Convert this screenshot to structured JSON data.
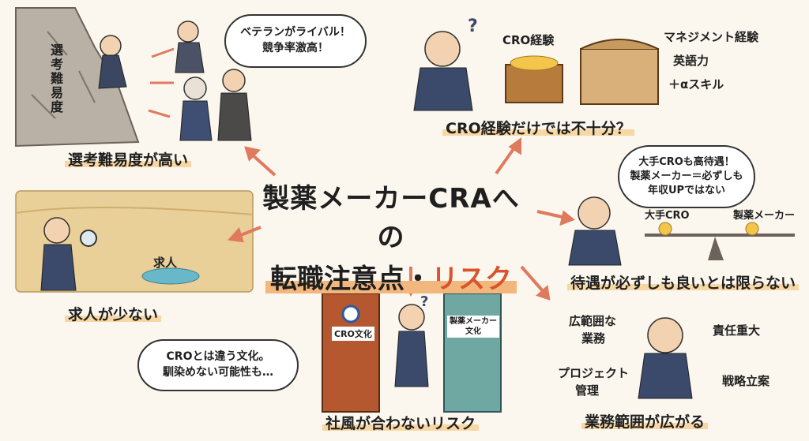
{
  "title": {
    "line1": "製薬メーカーCRAへの",
    "line2_main": "転職注意点・",
    "line2_accent": "リスク"
  },
  "colors": {
    "accent": "#d9542e",
    "highlight": "#f7d7a3",
    "arrow": "#e07a5f",
    "background": "#fbf7ef"
  },
  "sections": {
    "selection": {
      "caption": "選考難易度が高い",
      "cliff_label": "選考難易度",
      "bubble": [
        "ベテランがライバル！",
        "競争率激高！"
      ]
    },
    "cro_experience": {
      "caption": "CRO経験だけでは不十分？",
      "small_chest_label": "CRO経験",
      "big_chest_labels": [
        "マネジメント経験",
        "英語力",
        "＋αスキル"
      ]
    },
    "jobs": {
      "caption": "求人が少ない",
      "oasis_label": "求人"
    },
    "pay": {
      "caption": "待遇が必ずしも良いとは限らない",
      "bubble": [
        "大手CROも高待遇！",
        "製薬メーカー＝必ずしも",
        "年収UPではない"
      ],
      "scale_left": "大手CRO",
      "scale_right": "製薬メーカー"
    },
    "culture": {
      "caption": "社風が合わないリスク",
      "bubble": [
        "CROとは違う文化。",
        "馴染めない可能性も…"
      ],
      "door_left": "CRO文化",
      "door_right": [
        "製薬メーカー",
        "文化"
      ]
    },
    "scope": {
      "caption": "業務範囲が広がる",
      "labels": [
        "広範囲な",
        "業務",
        "責任重大",
        "プロジェクト",
        "管理",
        "戦略立案"
      ]
    }
  }
}
